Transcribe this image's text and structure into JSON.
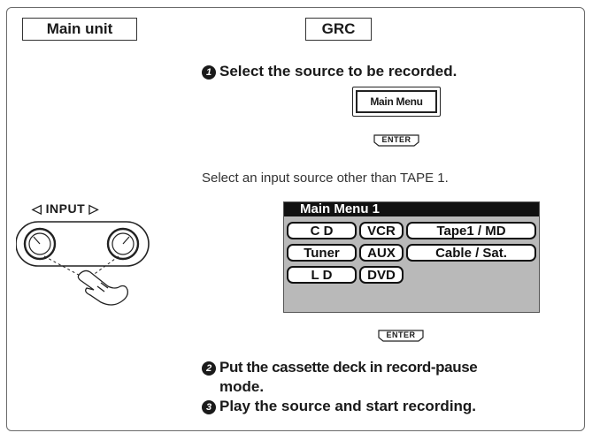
{
  "headers": {
    "main_unit": "Main unit",
    "grc": "GRC"
  },
  "steps": {
    "step1": {
      "num": "1",
      "text": "Select the source to be recorded."
    },
    "step2_line1": {
      "num": "2",
      "text": "Put the cassette deck in record-pause"
    },
    "step2_line2": "mode.",
    "step3": {
      "num": "3",
      "text": "Play the source and start recording."
    }
  },
  "main_menu_button": "Main Menu",
  "enter_label": "ENTER",
  "instruction": "Select an input source other than TAPE 1.",
  "input_control": {
    "label": "◁ INPUT ▷"
  },
  "screen": {
    "title": "Main Menu 1",
    "buttons": [
      "C D",
      "VCR",
      "Tape1 / MD",
      "Tuner",
      "AUX",
      "Cable / Sat.",
      "L D",
      "DVD"
    ]
  }
}
